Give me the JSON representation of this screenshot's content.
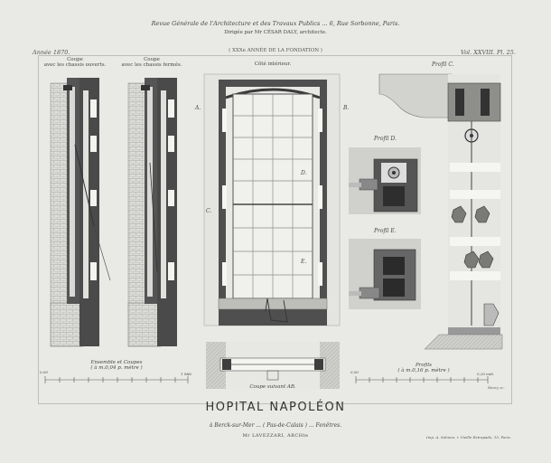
{
  "header": {
    "journal": "Revue Générale de l'Architecture et des Travaux Publics ... 6, Rue Sorbonne, Paris.",
    "director": "Dirigée par Mr CÉSAR DALY, architecte.",
    "year": "Année 1870.",
    "anniversary": "( XXXe ANNÉE DE LA FONDATION )",
    "volume": "Vol. XXVIII. Pl. 25."
  },
  "views": {
    "coupe_open": [
      "Coupe",
      "avec les chassis ouverts."
    ],
    "coupe_closed": [
      "Coupe",
      "avec les chassis fermés."
    ],
    "cote_interieur": "Côté intérieur.",
    "profil_c": "Profil C.",
    "profil_d": "Profil D.",
    "profil_e": "Profil E."
  },
  "markers": {
    "a": "A.",
    "b": "B.",
    "c": "C.",
    "d": "D.",
    "e": "E."
  },
  "captions": {
    "ensemble": [
      "Ensemble et Coupes",
      "( à m.0,04 p. mètre )"
    ],
    "coupe_ab": "Coupe suivant AB.",
    "profils": [
      "Profils",
      "( à m.0,16 p. mètre )"
    ]
  },
  "scales": {
    "left_start": "0,00",
    "left_end": "1 Mèt.",
    "right_start": "0,00",
    "right_end": "0,20 mèt."
  },
  "title": "HOPITAL NAPOLÉON",
  "subtitle": "à Berck-sur-Mer ... ( Pas-de-Calais ) ... Fenêtres.",
  "architect": "Mr LAVEZZARI, ARCHte",
  "engraver": "Baury sc.",
  "printer": "Imp. A. Salmon, r. Vieille Estrapade, 15, Paris."
}
